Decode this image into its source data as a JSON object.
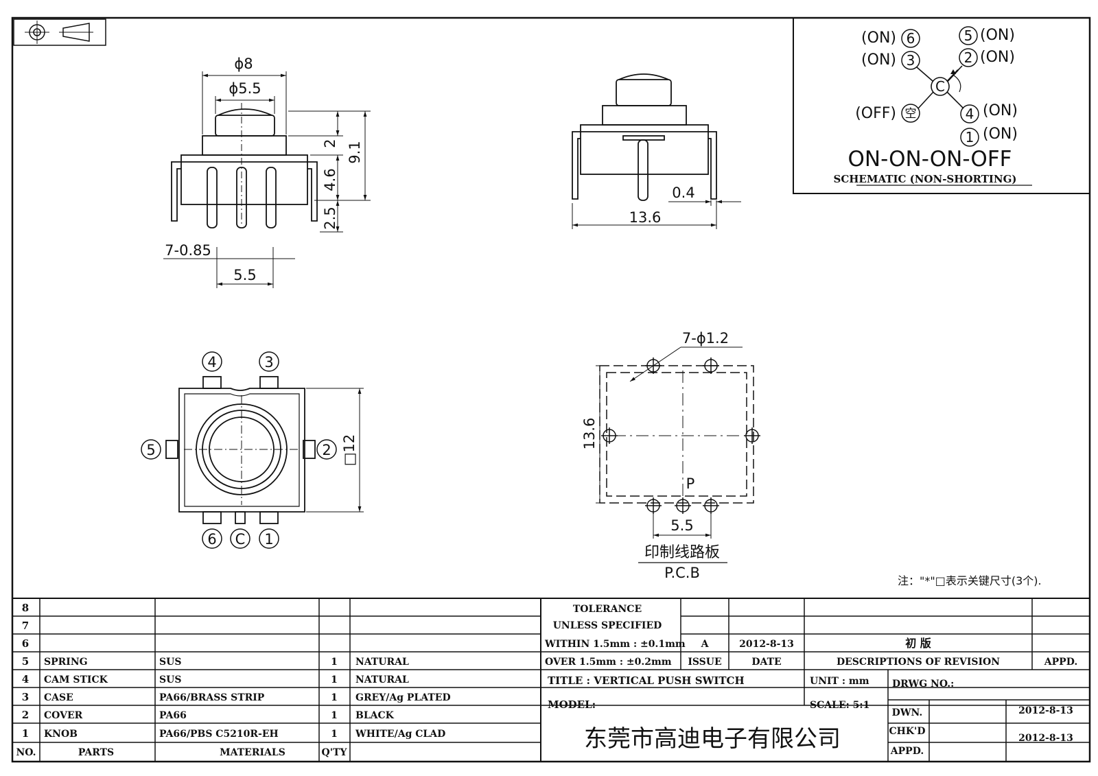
{
  "views": {
    "front": {
      "dims": {
        "d8": "ϕ8",
        "d55": "ϕ5.5",
        "h2": "2",
        "h91": "9.1",
        "h46": "4.6",
        "h25": "2.5",
        "pins": "7-0.85",
        "pitch": "5.5"
      }
    },
    "side": {
      "dims": {
        "t04": "0.4",
        "w136": "13.6"
      }
    },
    "top": {
      "pins": {
        "p4": "4",
        "p3": "3",
        "p5": "5",
        "p2": "2",
        "p6": "6",
        "pc": "C",
        "p1": "1"
      },
      "dims": {
        "sq12": "□12"
      }
    },
    "pcb": {
      "dims": {
        "holes": "7-ϕ1.2",
        "h136": "13.6",
        "p": "P",
        "pitch": "5.5"
      },
      "label_cn": "印制线路板",
      "label_en": "P.C.B"
    }
  },
  "schematic": {
    "t6": "(ON)",
    "n6": "6",
    "t3": "(ON)",
    "n3": "3",
    "t5": "(ON)",
    "n5": "5",
    "t2": "(ON)",
    "n2": "2",
    "toff": "(OFF)",
    "noff": "空",
    "nc": "C",
    "t4": "(ON)",
    "n4": "4",
    "t1": "(ON)",
    "n1": "1",
    "title": "ON-ON-ON-OFF",
    "subtitle": "SCHEMATIC (NON-SHORTING)"
  },
  "note": "注：\"*\"□表示关键尺寸(3个).",
  "bom": {
    "rows": [
      {
        "no": "8",
        "part": "",
        "material": "",
        "qty": "",
        "remark": ""
      },
      {
        "no": "7",
        "part": "",
        "material": "",
        "qty": "",
        "remark": ""
      },
      {
        "no": "6",
        "part": "",
        "material": "",
        "qty": "",
        "remark": ""
      },
      {
        "no": "5",
        "part": "SPRING",
        "material": "SUS",
        "qty": "1",
        "remark": "NATURAL"
      },
      {
        "no": "4",
        "part": "CAM STICK",
        "material": "SUS",
        "qty": "1",
        "remark": "NATURAL"
      },
      {
        "no": "3",
        "part": "CASE",
        "material": "PA66/BRASS STRIP",
        "qty": "1",
        "remark": "GREY/Ag PLATED"
      },
      {
        "no": "2",
        "part": "COVER",
        "material": "PA66",
        "qty": "1",
        "remark": "BLACK"
      },
      {
        "no": "1",
        "part": "KNOB",
        "material": "PA66/PBS C5210R-EH",
        "qty": "1",
        "remark": "WHITE/Ag CLAD"
      }
    ],
    "headers": {
      "no": "NO.",
      "parts": "PARTS",
      "materials": "MATERIALS",
      "qty": "Q'TY"
    }
  },
  "title_block": {
    "tolerance1": "TOLERANCE",
    "tolerance2": "UNLESS  SPECIFIED",
    "within": "WITHIN 1.5mm : ±0.1mm",
    "over": "OVER 1.5mm : ±0.2mm",
    "rev_issue": "A",
    "rev_date": "2012-8-13",
    "rev_desc": "初 版",
    "issue_label": "ISSUE",
    "date_label": "DATE",
    "desc_label": "DESCRIPTIONS OF REVISION",
    "appd_label": "APPD.",
    "title": "TITLE :  VERTICAL PUSH SWITCH",
    "unit": "UNIT :  mm",
    "drwg_no": "DRWG NO.:",
    "model": "MODEL:",
    "scale": "SCALE:  5:1",
    "dwn_label": "DWN.",
    "dwn_date": "2012-8-13",
    "chkd_label": "CHK'D",
    "chkd_date": "2012-8-13",
    "appd2_label": "APPD.",
    "company": "东莞市高迪电子有限公司"
  }
}
